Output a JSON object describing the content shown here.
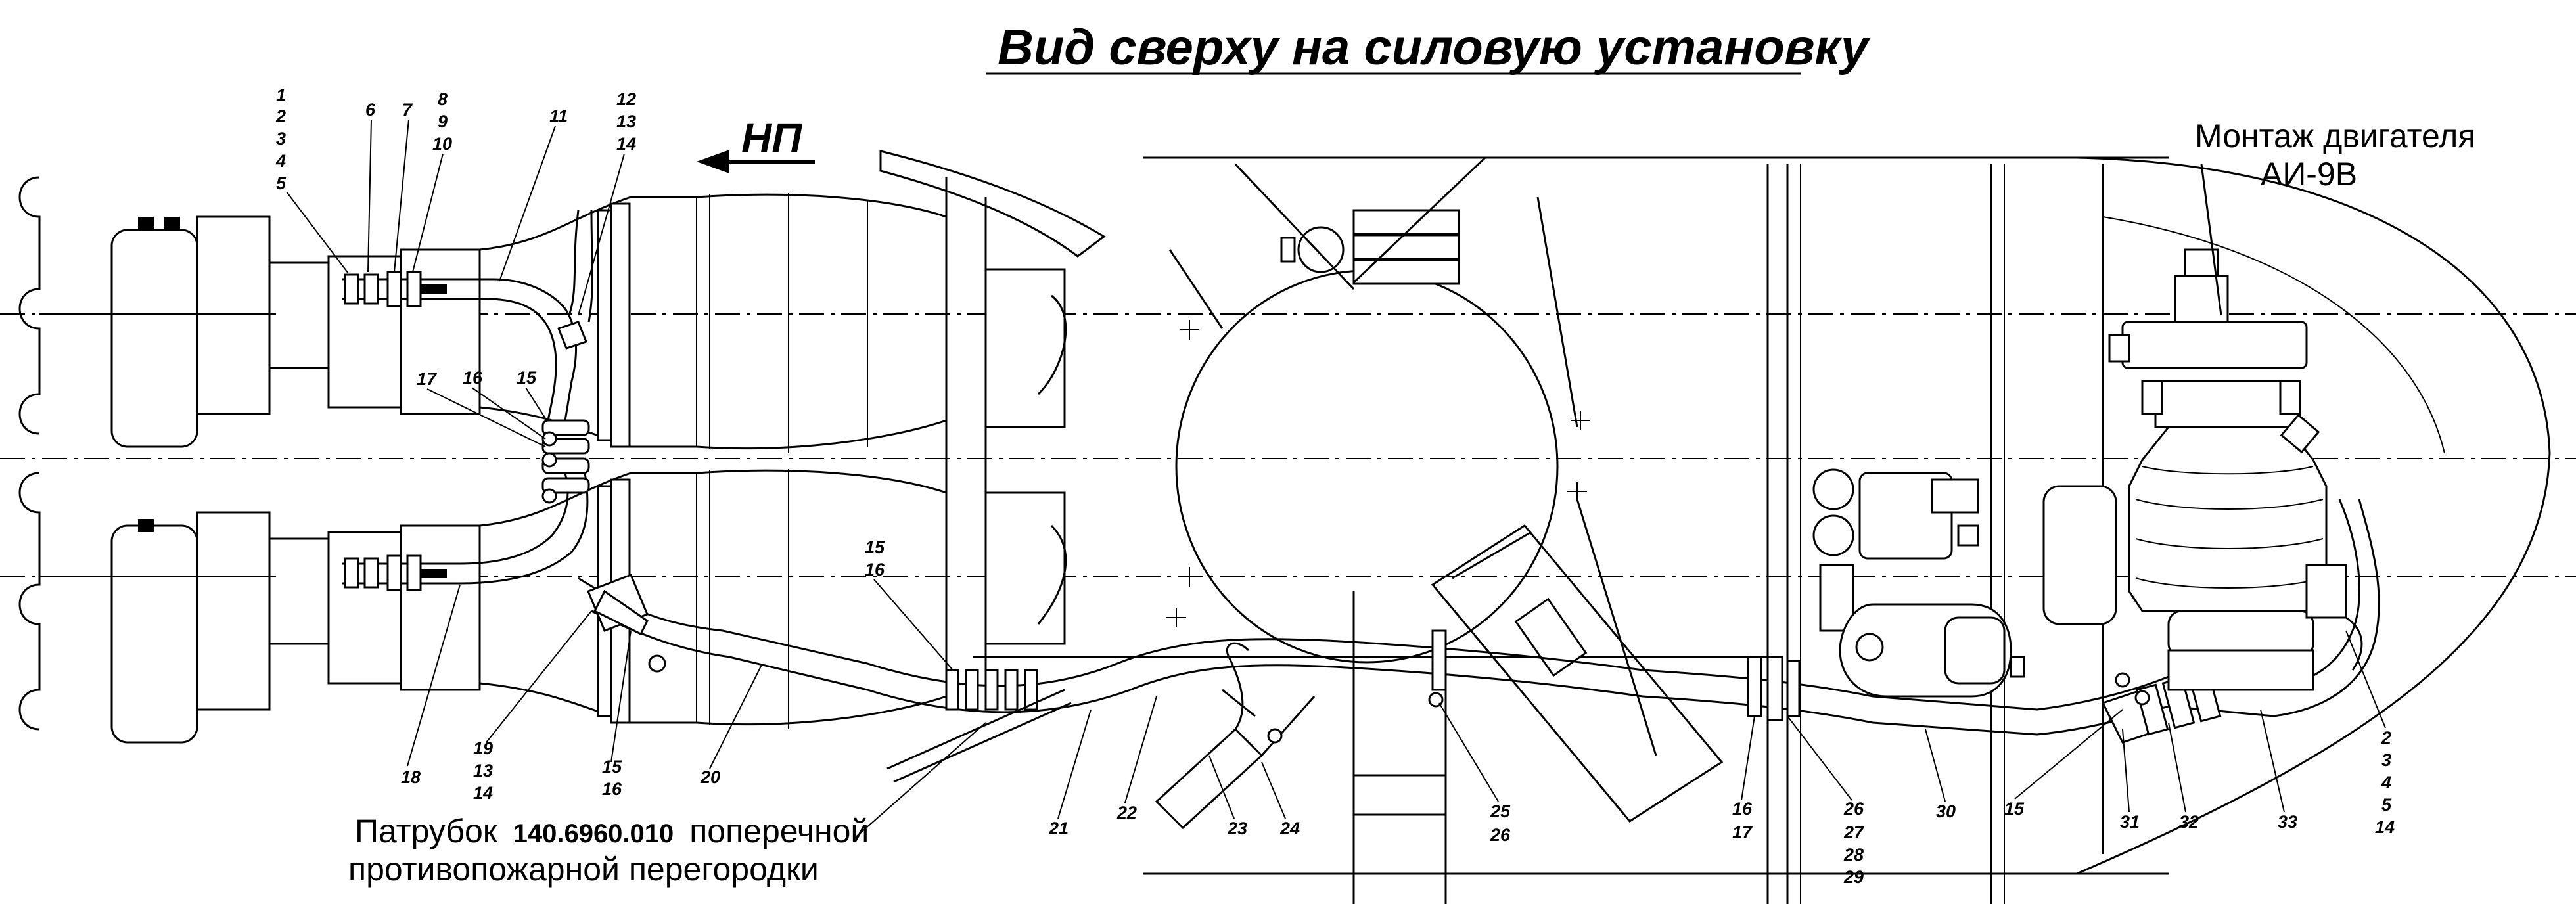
{
  "title": "Вид сверху на силовую установку",
  "direction_label": "НП",
  "engine_label": {
    "line1": "Монтаж двигателя",
    "line2": "АИ-9В"
  },
  "pipe_caption": {
    "word": "Патрубок",
    "code": "140.6960.010",
    "line1_rest": "поперечной",
    "line2": "противопожарной перегородки"
  },
  "callouts": {
    "g_tl": [
      "1",
      "2",
      "3",
      "4",
      "5"
    ],
    "c6": "6",
    "c7": "7",
    "g_8": [
      "8",
      "9",
      "10"
    ],
    "c11": "11",
    "g_12": [
      "12",
      "13",
      "14"
    ],
    "c17a": "17",
    "c16a": "16",
    "c15a": "15",
    "g_1516a": [
      "15",
      "16"
    ],
    "c18": "18",
    "g_19": [
      "19",
      "13",
      "14"
    ],
    "g_1516b": [
      "15",
      "16"
    ],
    "c20": "20",
    "c21": "21",
    "c22": "22",
    "c23": "23",
    "c24": "24",
    "g_2526": [
      "25",
      "26"
    ],
    "g_1617": [
      "16",
      "17"
    ],
    "g_26": [
      "26",
      "27",
      "28",
      "29"
    ],
    "c30": "30",
    "c15b": "15",
    "c31": "31",
    "c32": "32",
    "c33": "33",
    "g_br": [
      "2",
      "3",
      "4",
      "5",
      "14"
    ]
  }
}
